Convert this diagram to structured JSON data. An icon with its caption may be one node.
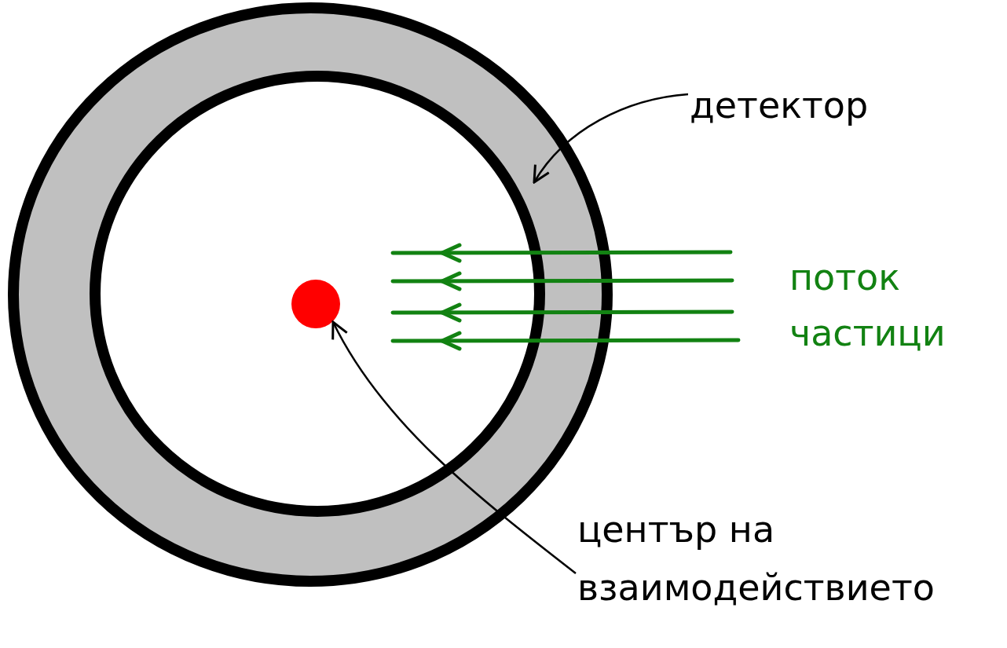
{
  "diagram": {
    "nodes": [
      {
        "text": [],
        "shape": "circle"
      },
      {
        "text": [
          "детектор"
        ]
      },
      {
        "text": [],
        "shape": "circle",
        "in": 0
      },
      {
        "text": [
          "център на взаимодействието"
        ]
      }
    ],
    "edges": [
      {
        "from": 1,
        "to": 0,
        "arrow": "to"
      },
      {
        "from": 3,
        "to": 2,
        "arrow": "to"
      }
    ],
    "labels": [
      "поток частици"
    ]
  }
}
